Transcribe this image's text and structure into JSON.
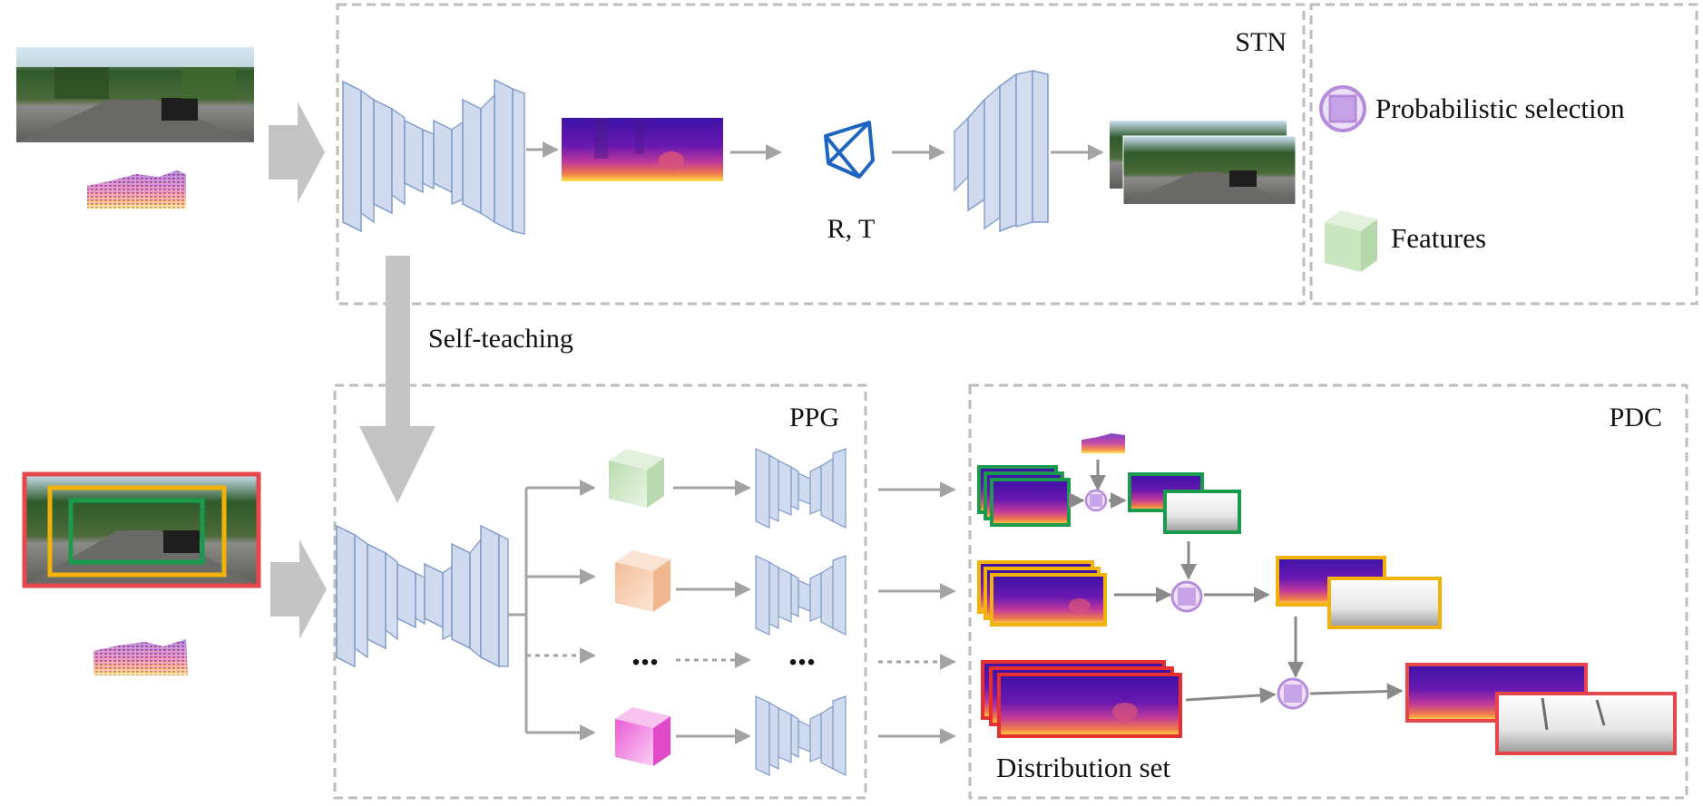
{
  "modules": {
    "stn": "STN",
    "ppg": "PPG",
    "pdc": "PDC"
  },
  "labels": {
    "rt": "R, T",
    "self_teaching": "Self-teaching",
    "distribution_set": "Distribution set",
    "ellipsis_1": "...",
    "ellipsis_2": "..."
  },
  "legend": {
    "probabilistic_selection": "Probabilistic selection",
    "features": "Features"
  },
  "colors": {
    "dashed_border": "#bdbdbd",
    "network_fill": "#cfdaee",
    "network_stroke": "#7f9bc8",
    "arrow": "#a3a3a3",
    "big_arrow": "#c4c4c4",
    "selection": "#b58cdc",
    "feature_green": "#c9e6c0",
    "feature_orange": "#f6cfb3",
    "feature_pink": "#f07ee0",
    "frame_green": "#1a9a4c",
    "frame_yellow": "#f1b20a",
    "frame_red": "#e5474a",
    "pose_blue": "#1f64c1"
  },
  "icons": {
    "selection": "probabilistic-selection-icon",
    "features": "features-cube-icon",
    "pose": "camera-pose-icon"
  }
}
